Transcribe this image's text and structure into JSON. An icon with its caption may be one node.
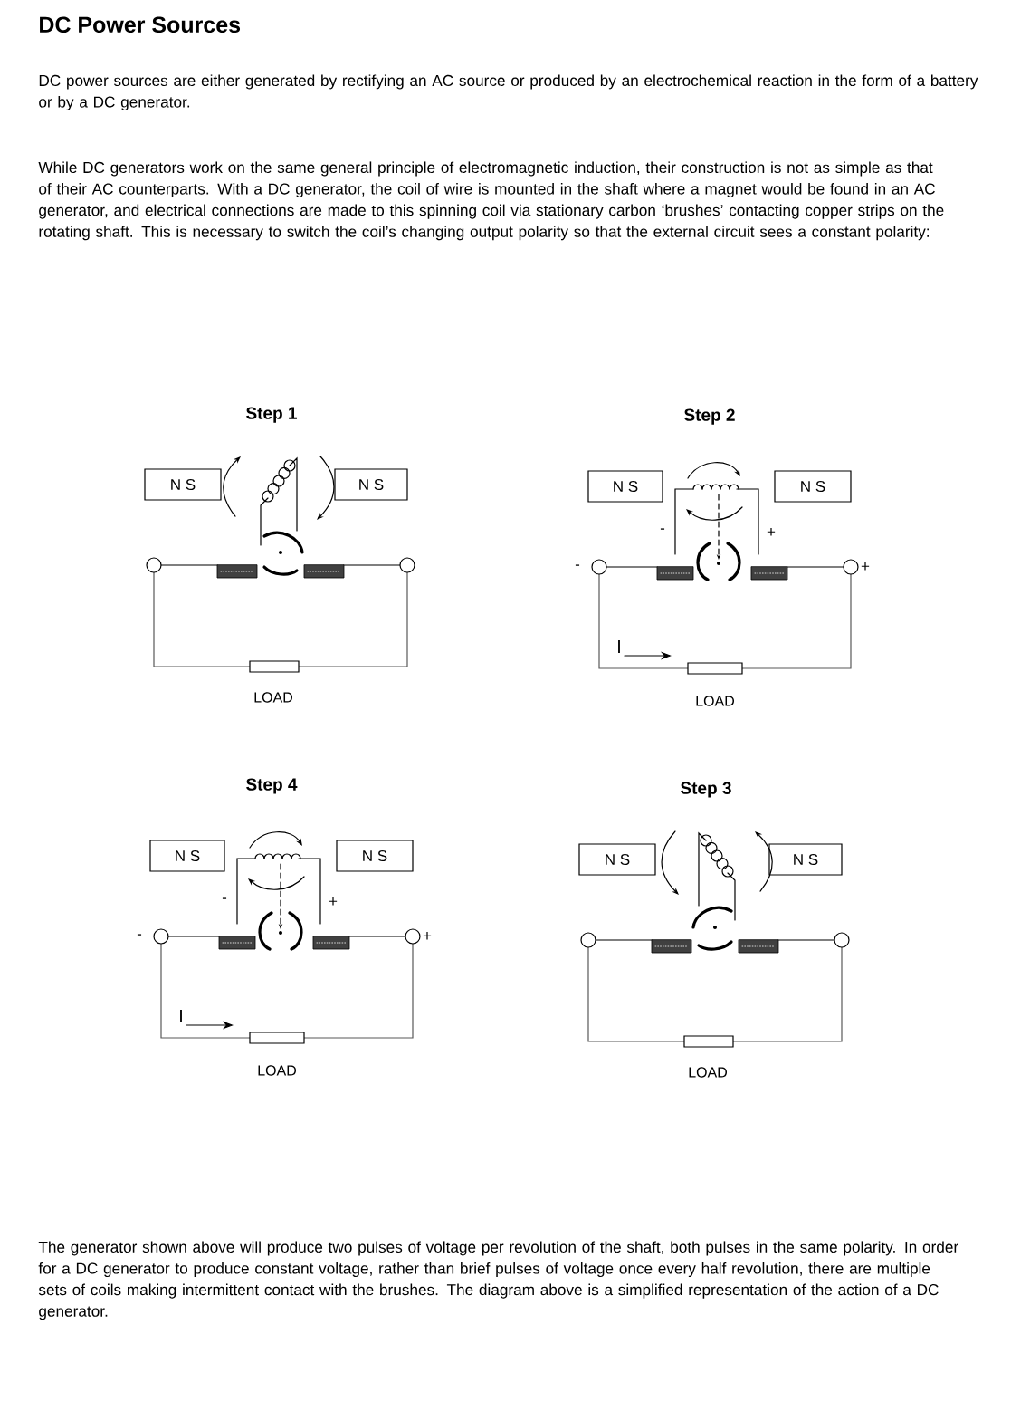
{
  "diagram": {
    "title": "DC Power Sources",
    "nodes": [
      {
        "text": [
          "N S"
        ]
      },
      {
        "text": [
          "N S"
        ]
      },
      {
        "text": [
          "N S"
        ]
      },
      {
        "text": [
          "N S"
        ]
      },
      {
        "text": [
          "N S"
        ]
      },
      {
        "text": [
          "N S"
        ]
      },
      {
        "text": [
          "N S"
        ]
      },
      {
        "text": [
          "N S"
        ]
      }
    ],
    "labels": [
      "DC power sources are either generated by rectifying an AC source or produced by an electrochemical reaction in the form of a battery or by a DC generator.",
      "While DC generators work on the same general principle of electromagnetic induction, their construction is not as simple as that of their AC counterparts. With a DC generator, the coil of wire is mounted in the shaft where a magnet would be found in an AC generator, and electrical connections are made to this spinning coil via stationary carbon ‘brushes’ contacting copper strips on the rotating shaft. This is necessary to switch the coil’s changing output polarity so that the external circuit sees a constant polarity:",
      "Step 1",
      "LOAD",
      "Step 2",
      "-",
      "+",
      "-",
      "+",
      "I",
      "LOAD",
      "Step 4",
      "-",
      "+",
      "-",
      "+",
      "I",
      "LOAD",
      "Step 3",
      "LOAD",
      "The generator shown above will produce two pulses of voltage per revolution of the shaft, both pulses in the same polarity. In order for a DC generator to produce constant voltage, rather than brief pulses of voltage once every half revolution, there are multiple sets of coils making intermittent contact with the brushes. The diagram above is a simplified representation of the action of a DC generator."
    ]
  }
}
